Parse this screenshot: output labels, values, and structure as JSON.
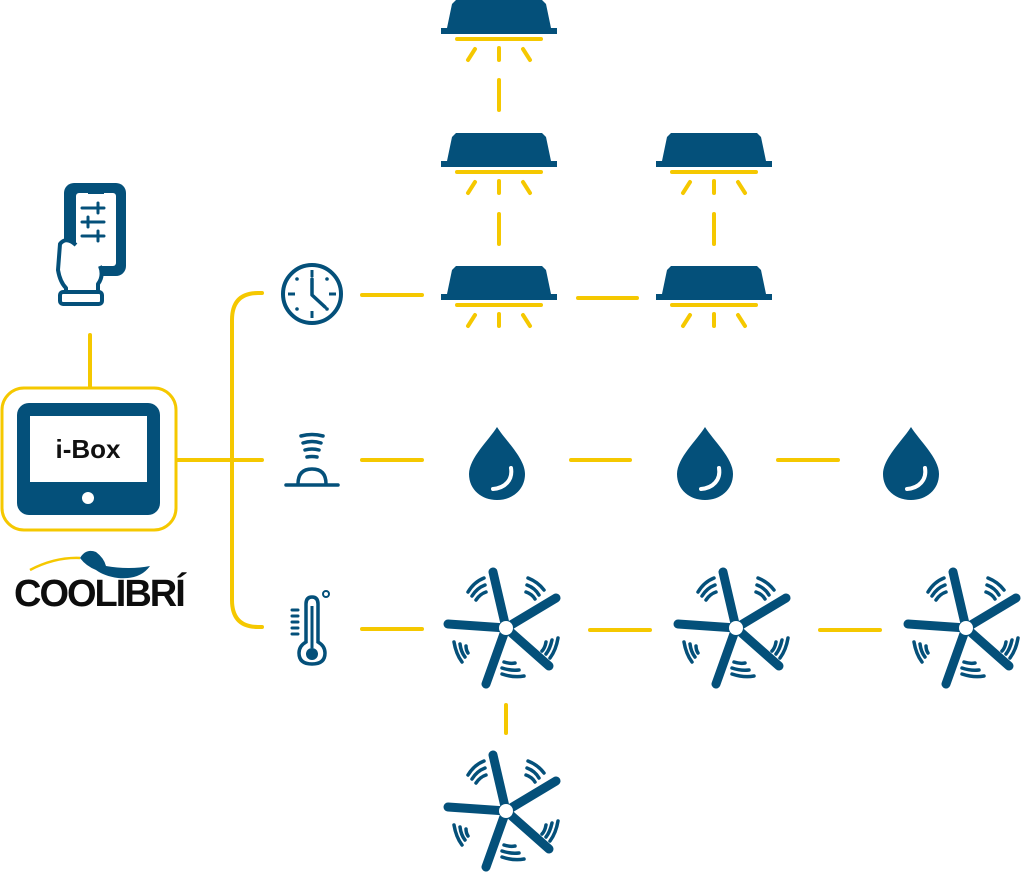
{
  "colors": {
    "navy": "#04507a",
    "yellow": "#f5c800",
    "white": "#ffffff",
    "text": "#111111"
  },
  "controller": {
    "label": "i-Box"
  },
  "brand": {
    "logo_text": "COOLIBRÍ"
  },
  "remote": {
    "icon": "smartphone-hand-icon"
  },
  "sensors": [
    {
      "name": "timer",
      "icon": "clock-icon"
    },
    {
      "name": "humidity-sensor",
      "icon": "humidity-sensor-icon"
    },
    {
      "name": "temperature-sensor",
      "icon": "thermometer-icon"
    }
  ],
  "devices": {
    "lamps": {
      "icon": "lamp-icon",
      "count": 5
    },
    "drops": {
      "icon": "water-drop-icon",
      "count": 3
    },
    "fans": {
      "icon": "fan-icon",
      "count": 4
    }
  }
}
